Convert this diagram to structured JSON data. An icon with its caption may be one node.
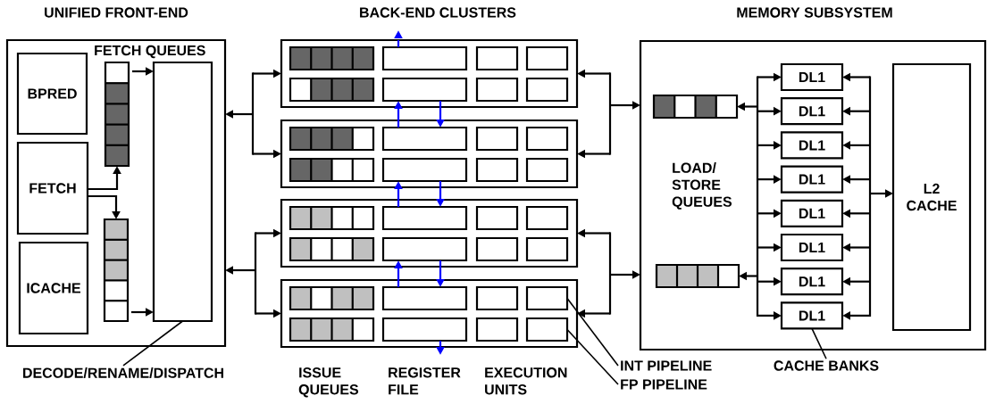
{
  "diagram": {
    "nodes": [
      {
        "text": [
          "UNIFIED FRONT-END"
        ]
      },
      {
        "text": [
          "BPRED"
        ],
        "in": 0
      },
      {
        "text": [
          "FETCH"
        ],
        "in": 0
      },
      {
        "text": [
          "ICACHE"
        ],
        "in": 0
      },
      {
        "text": [],
        "shape": "bar",
        "in": 0
      },
      {
        "text": [],
        "shape": "bar",
        "in": 0
      },
      {
        "text": [],
        "shape": "box",
        "in": 0
      },
      {
        "text": [],
        "shape": "box"
      },
      {
        "text": [],
        "shape": "box"
      },
      {
        "text": [],
        "shape": "box"
      },
      {
        "text": [],
        "shape": "box"
      },
      {
        "text": [],
        "shape": "bar",
        "in": 7
      },
      {
        "text": [],
        "shape": "box",
        "in": 7
      },
      {
        "text": [],
        "shape": "box",
        "in": 7
      },
      {
        "text": [],
        "shape": "box",
        "in": 7
      },
      {
        "text": [],
        "shape": "bar",
        "in": 7
      },
      {
        "text": [],
        "shape": "box",
        "in": 7
      },
      {
        "text": [],
        "shape": "box",
        "in": 7
      },
      {
        "text": [],
        "shape": "box",
        "in": 7
      },
      {
        "text": [],
        "shape": "bar",
        "in": 8
      },
      {
        "text": [],
        "shape": "box",
        "in": 8
      },
      {
        "text": [],
        "shape": "box",
        "in": 8
      },
      {
        "text": [],
        "shape": "box",
        "in": 8
      },
      {
        "text": [],
        "shape": "bar",
        "in": 8
      },
      {
        "text": [],
        "shape": "box",
        "in": 8
      },
      {
        "text": [],
        "shape": "box",
        "in": 8
      },
      {
        "text": [],
        "shape": "box",
        "in": 8
      },
      {
        "text": [],
        "shape": "bar",
        "in": 9
      },
      {
        "text": [],
        "shape": "box",
        "in": 9
      },
      {
        "text": [],
        "shape": "box",
        "in": 9
      },
      {
        "text": [],
        "shape": "box",
        "in": 9
      },
      {
        "text": [],
        "shape": "bar",
        "in": 9
      },
      {
        "text": [],
        "shape": "box",
        "in": 9
      },
      {
        "text": [],
        "shape": "box",
        "in": 9
      },
      {
        "text": [],
        "shape": "box",
        "in": 9
      },
      {
        "text": [],
        "shape": "bar",
        "in": 10
      },
      {
        "text": [],
        "shape": "box",
        "in": 10
      },
      {
        "text": [],
        "shape": "box",
        "in": 10
      },
      {
        "text": [],
        "shape": "box",
        "in": 10
      },
      {
        "text": [],
        "shape": "bar",
        "in": 10
      },
      {
        "text": [],
        "shape": "box",
        "in": 10
      },
      {
        "text": [],
        "shape": "box",
        "in": 10
      },
      {
        "text": [],
        "shape": "box",
        "in": 10
      },
      {
        "text": [
          "MEMORY SUBSYSTEM"
        ]
      },
      {
        "text": [],
        "shape": "bar",
        "in": 43
      },
      {
        "text": [],
        "shape": "bar",
        "in": 43
      },
      {
        "text": [
          "DL1"
        ],
        "in": 43
      },
      {
        "text": [
          "DL1"
        ],
        "in": 43
      },
      {
        "text": [
          "DL1"
        ],
        "in": 43
      },
      {
        "text": [
          "DL1"
        ],
        "in": 43
      },
      {
        "text": [
          "DL1"
        ],
        "in": 43
      },
      {
        "text": [
          "DL1"
        ],
        "in": 43
      },
      {
        "text": [
          "DL1"
        ],
        "in": 43
      },
      {
        "text": [
          "DL1"
        ],
        "in": 43
      },
      {
        "text": [
          "L2 CACHE"
        ],
        "in": 43
      },
      {
        "text": [
          "DECODE/RENAME/DISPATCH"
        ]
      },
      {
        "text": [
          "INT PIPELINE"
        ]
      },
      {
        "text": [
          "FP PIPELINE"
        ]
      },
      {
        "text": [
          "CACHE BANKS"
        ]
      }
    ],
    "edges": [
      {
        "from": 2,
        "to": 4,
        "arrow": "to"
      },
      {
        "from": 2,
        "to": 5,
        "arrow": "to"
      },
      {
        "from": 4,
        "to": 6,
        "arrow": "to"
      },
      {
        "from": 5,
        "to": 6,
        "arrow": "to"
      },
      {
        "from": 0,
        "to": 7,
        "arrow": "both"
      },
      {
        "from": 0,
        "to": 8,
        "arrow": "both"
      },
      {
        "from": 0,
        "to": 9,
        "arrow": "both"
      },
      {
        "from": 0,
        "to": 10,
        "arrow": "both"
      },
      {
        "from": 7,
        "to": 43,
        "arrow": "both"
      },
      {
        "from": 8,
        "to": 43,
        "arrow": "both"
      },
      {
        "from": 9,
        "to": 43,
        "arrow": "both"
      },
      {
        "from": 10,
        "to": 43,
        "arrow": "both"
      },
      {
        "from": 44,
        "to": 46,
        "arrow": "both"
      },
      {
        "from": 44,
        "to": 47,
        "arrow": "both"
      },
      {
        "from": 44,
        "to": 48,
        "arrow": "both"
      },
      {
        "from": 44,
        "to": 49,
        "arrow": "both"
      },
      {
        "from": 44,
        "to": 50,
        "arrow": "both"
      },
      {
        "from": 44,
        "to": 51,
        "arrow": "both"
      },
      {
        "from": 44,
        "to": 52,
        "arrow": "both"
      },
      {
        "from": 44,
        "to": 53,
        "arrow": "both"
      },
      {
        "from": 45,
        "to": 46,
        "arrow": "both"
      },
      {
        "from": 45,
        "to": 47,
        "arrow": "both"
      },
      {
        "from": 45,
        "to": 48,
        "arrow": "both"
      },
      {
        "from": 45,
        "to": 49,
        "arrow": "both"
      },
      {
        "from": 45,
        "to": 50,
        "arrow": "both"
      },
      {
        "from": 45,
        "to": 51,
        "arrow": "both"
      },
      {
        "from": 45,
        "to": 52,
        "arrow": "both"
      },
      {
        "from": 45,
        "to": 53,
        "arrow": "both"
      },
      {
        "from": 54,
        "to": 46,
        "arrow": "both"
      },
      {
        "from": 54,
        "to": 47,
        "arrow": "both"
      },
      {
        "from": 54,
        "to": 48,
        "arrow": "both"
      },
      {
        "from": 54,
        "to": 49,
        "arrow": "both"
      },
      {
        "from": 54,
        "to": 50,
        "arrow": "both"
      },
      {
        "from": 54,
        "to": 51,
        "arrow": "both"
      },
      {
        "from": 54,
        "to": 52,
        "arrow": "both"
      },
      {
        "from": 54,
        "to": 53,
        "arrow": "both"
      },
      {
        "from": 36,
        "to": 32,
        "arrow": "to",
        "color": "#0000ff"
      },
      {
        "from": 28,
        "to": 24,
        "arrow": "to",
        "color": "#0000ff"
      },
      {
        "from": 20,
        "to": 16,
        "arrow": "to",
        "color": "#0000ff"
      },
      {
        "from": 12,
        "to": null,
        "arrow": "to",
        "style": "dashed",
        "color": "#0000ff"
      },
      {
        "from": 16,
        "to": 20,
        "arrow": "to",
        "color": "#0000ff"
      },
      {
        "from": 24,
        "to": 28,
        "arrow": "to",
        "color": "#0000ff"
      },
      {
        "from": 32,
        "to": 36,
        "arrow": "to",
        "color": "#0000ff"
      },
      {
        "from": 40,
        "to": null,
        "arrow": "to",
        "style": "dashed",
        "color": "#0000ff"
      },
      {
        "from": 55,
        "to": 6,
        "arrow": "none"
      },
      {
        "from": 56,
        "to": 38,
        "arrow": "none"
      },
      {
        "from": 57,
        "to": 42,
        "arrow": "none"
      },
      {
        "from": 58,
        "to": 53,
        "arrow": "none"
      }
    ],
    "labels": [
      "BACK-END CLUSTERS",
      "FETCH QUEUES",
      "LOAD/ STORE QUEUES",
      "ISSUE QUEUES",
      "REGISTER FILE",
      "EXECUTION UNITS"
    ]
  }
}
